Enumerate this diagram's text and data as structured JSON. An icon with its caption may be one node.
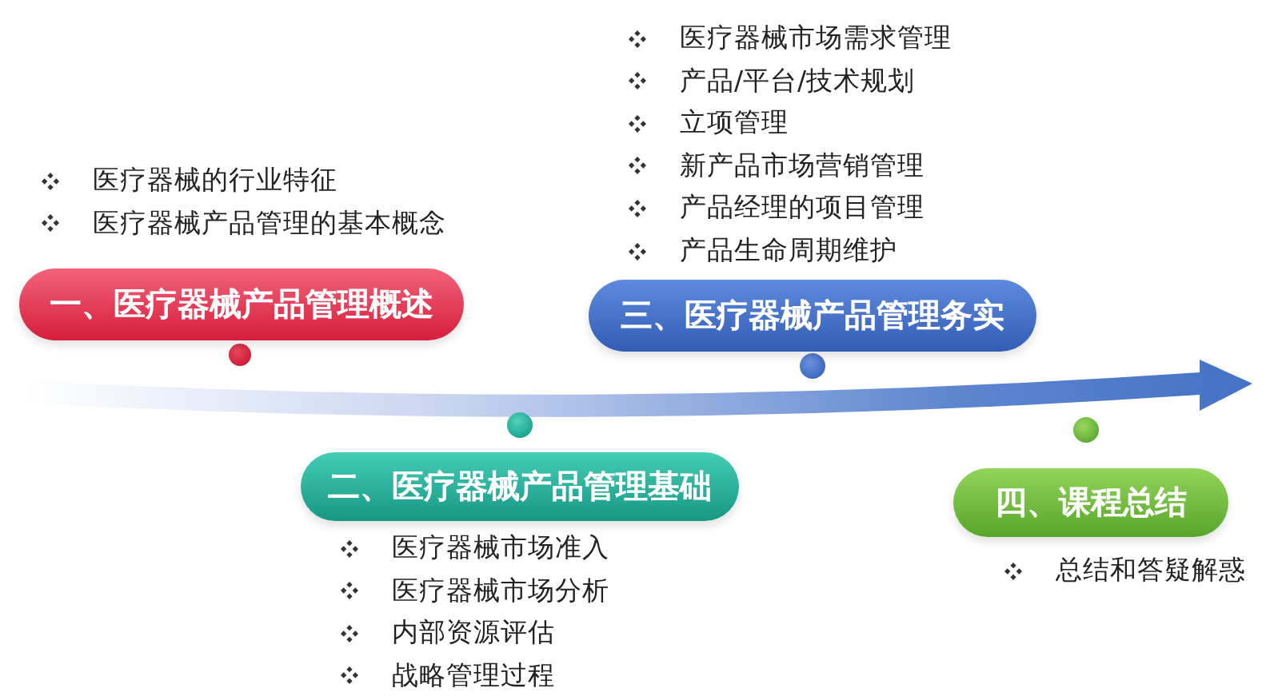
{
  "diagram": {
    "nodes": [
      {
        "text": [
          "一、医疗器械产品管理概述"
        ],
        "beside": [
          "医疗器械的行业特征",
          "医疗器械产品管理的基本概念"
        ]
      },
      {
        "text": [
          "二、医疗器械产品管理基础"
        ],
        "beside": [
          "医疗器械市场准入",
          "医疗器械市场分析",
          "内部资源评估",
          "战略管理过程"
        ]
      },
      {
        "text": [
          "三、医疗器械产品管理务实"
        ],
        "beside": [
          "医疗器械市场需求管理",
          "产品/平台/技术规划",
          "立项管理",
          "新产品市场营销管理",
          "产品经理的项目管理",
          "产品生命周期维护"
        ]
      },
      {
        "text": [
          "四、课程总结"
        ],
        "beside": [
          "总结和答疑解惑"
        ]
      }
    ]
  }
}
